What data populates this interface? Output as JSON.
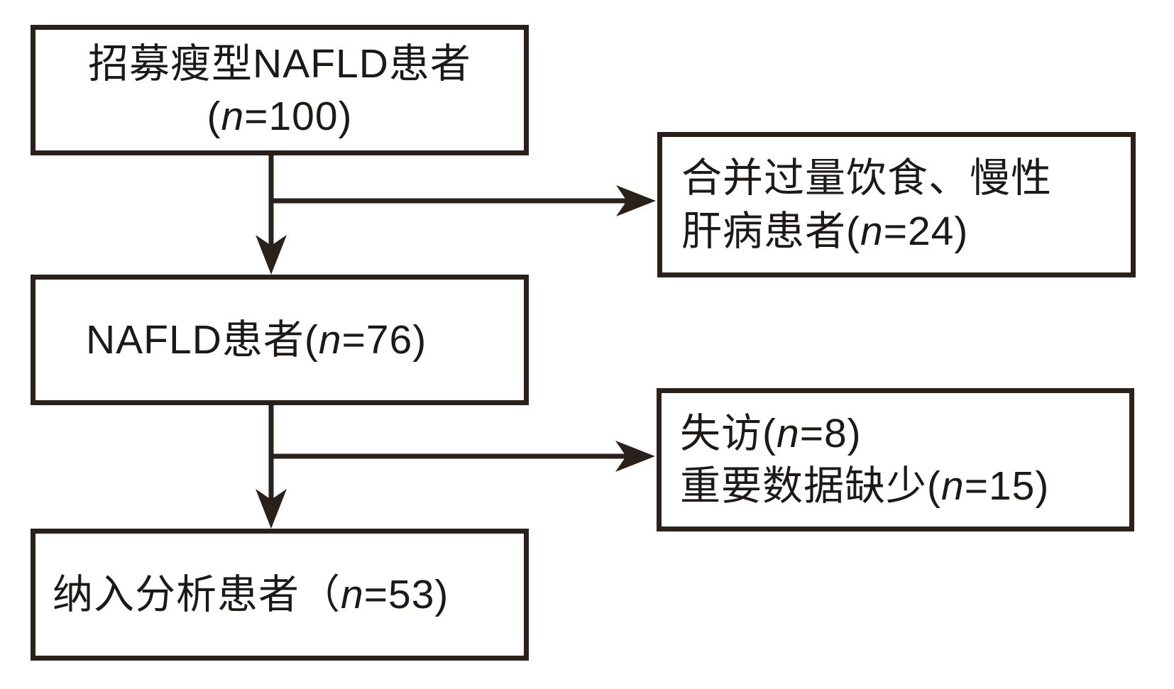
{
  "figure": {
    "type": "patient-flow-diagram",
    "background_color": "#ffffff",
    "line_color": "#2a211a",
    "text_color": "#1c1917"
  },
  "nodes": {
    "recruited": {
      "line1": {
        "text": "招募瘦型NAFLD患者"
      },
      "line2": {
        "pre": "(",
        "var": "n",
        "post": "=100)"
      }
    },
    "excluded_top": {
      "line1": {
        "text": "合并过量饮食、慢性"
      },
      "line2": {
        "pre": "肝病患者(",
        "var": "n",
        "post": "=24)"
      }
    },
    "nafld": {
      "line1": {
        "pre": "NAFLD患者(",
        "var": "n",
        "post": "=76)"
      }
    },
    "excluded_bottom": {
      "line1": {
        "pre": "失访(",
        "var": "n",
        "post": "=8)"
      },
      "line2": {
        "pre": "重要数据缺少(",
        "var": "n",
        "post": "=15)"
      }
    },
    "analyzed": {
      "line1": {
        "pre": "纳入分析患者（",
        "var": "n",
        "post": "=53)"
      }
    }
  },
  "counts": {
    "recruited": 100,
    "excluded_overeating_chronic_liver_disease": 24,
    "nafld": 76,
    "lost_to_follow_up": 8,
    "missing_key_data": 15,
    "included_in_analysis": 53
  },
  "flow": {
    "edges": [
      {
        "from": "recruited",
        "to": "nafld",
        "type": "arrow-down"
      },
      {
        "from": "recruited",
        "to": "excluded_top",
        "type": "arrow-right-branch"
      },
      {
        "from": "nafld",
        "to": "analyzed",
        "type": "arrow-down"
      },
      {
        "from": "nafld",
        "to": "excluded_bottom",
        "type": "arrow-right-branch"
      }
    ]
  }
}
